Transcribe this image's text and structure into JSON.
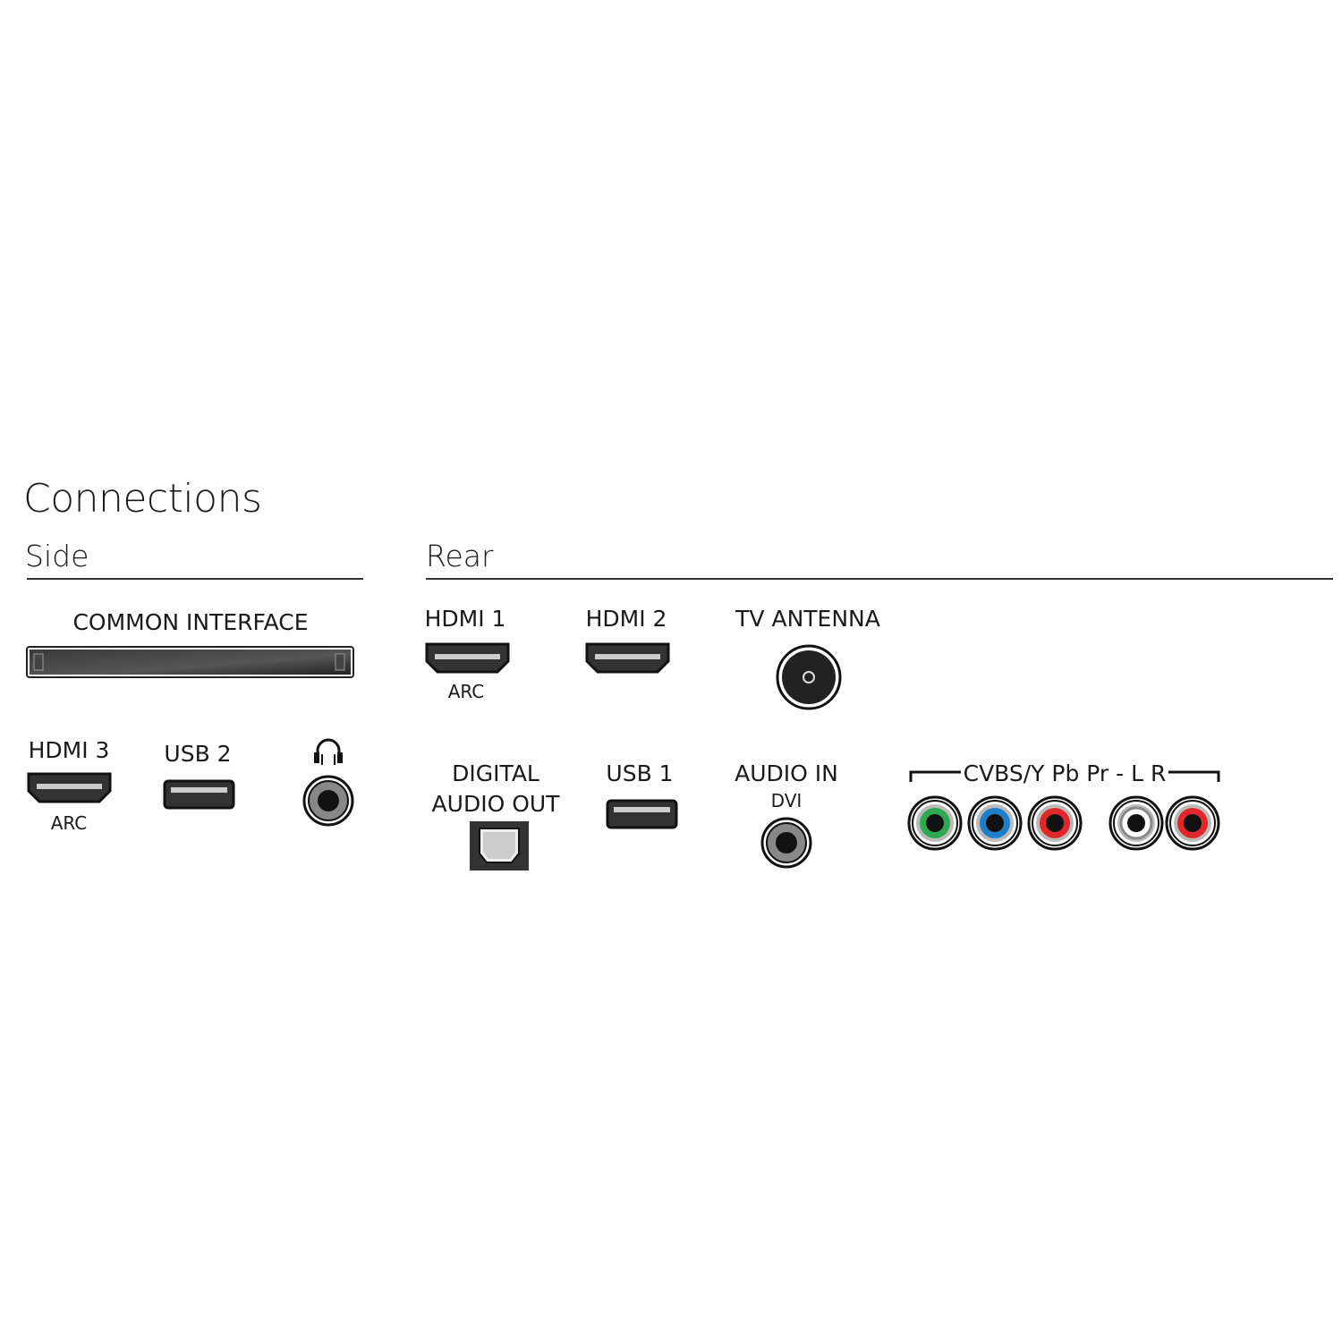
{
  "title": "Connections",
  "side": {
    "heading": "Side",
    "common_interface": "COMMON INTERFACE",
    "hdmi3": {
      "label": "HDMI 3",
      "sub": "ARC"
    },
    "usb2": "USB 2",
    "headphone_icon": "headphone-icon"
  },
  "rear": {
    "heading": "Rear",
    "hdmi1": {
      "label": "HDMI 1",
      "sub": "ARC"
    },
    "hdmi2": "HDMI 2",
    "tv_antenna": "TV ANTENNA",
    "digital_audio_out": [
      "DIGITAL",
      "AUDIO OUT"
    ],
    "usb1": "USB 1",
    "audio_in": {
      "label": "AUDIO IN",
      "sub": "DVI"
    },
    "component": {
      "label": "CVBS/Y Pb Pr - L R",
      "colors": [
        "#2fa84f",
        "#1e7fc8",
        "#e0282a",
        "#ffffff",
        "#e0282a"
      ]
    }
  }
}
